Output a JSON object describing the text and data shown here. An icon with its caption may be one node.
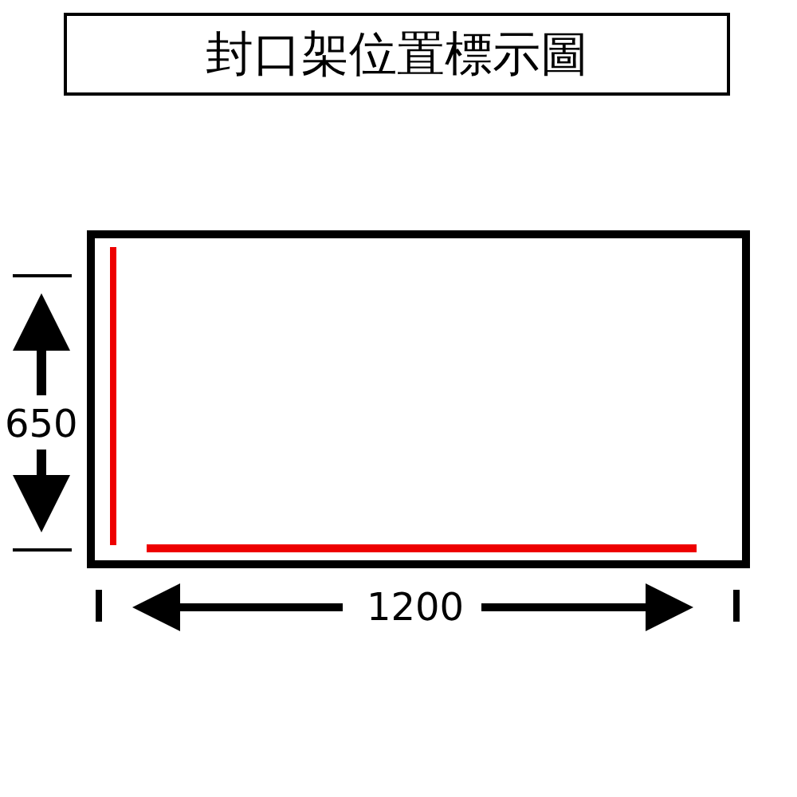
{
  "diagram": {
    "title": "封口架位置標示圖",
    "labels": [
      "650",
      "1200"
    ]
  }
}
